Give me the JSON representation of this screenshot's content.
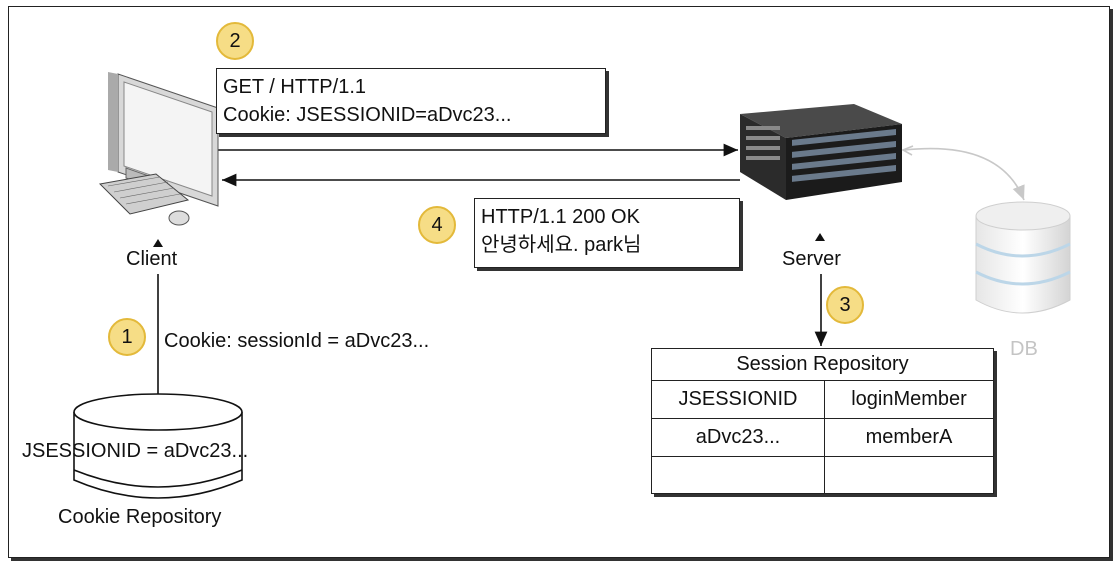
{
  "client": {
    "label": "Client"
  },
  "server": {
    "label": "Server"
  },
  "db": {
    "label": "DB"
  },
  "steps": [
    "1",
    "2",
    "3",
    "4"
  ],
  "request": {
    "line1": "GET / HTTP/1.1",
    "line2": "Cookie: JSESSIONID=aDvc23..."
  },
  "response": {
    "line1": "HTTP/1.1 200 OK",
    "line2": "안녕하세요. park님"
  },
  "cookie_set": {
    "text": "Cookie: sessionId = aDvc23..."
  },
  "cookie_repo": {
    "value": "JSESSIONID = aDvc23...",
    "label": "Cookie Repository"
  },
  "session_repo": {
    "title": "Session Repository",
    "headers": [
      "JSESSIONID",
      "loginMember"
    ],
    "rows": [
      [
        "aDvc23...",
        "memberA"
      ],
      [
        "",
        ""
      ]
    ]
  },
  "colors": {
    "badge_fill": "#f6dd86",
    "badge_border": "#e3b93a",
    "db_gray": "#c4c4c4"
  }
}
